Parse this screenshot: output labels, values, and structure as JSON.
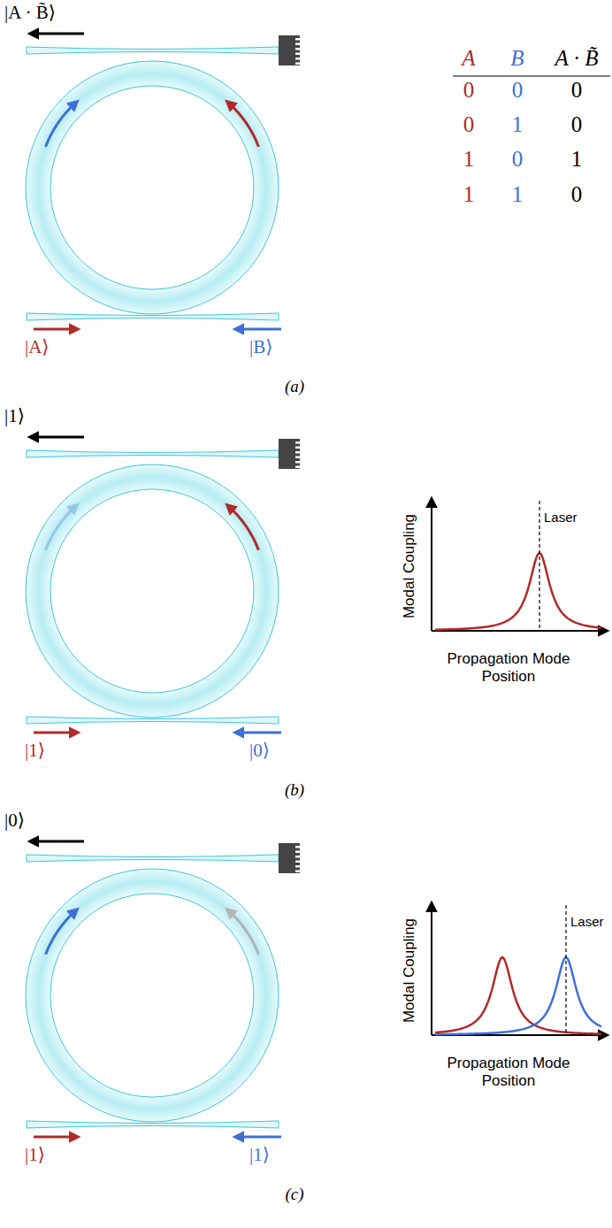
{
  "diagram": {
    "labels": [
      "|A · B̃⟩",
      "A",
      "B",
      "A · B̃",
      "0",
      "0",
      "0",
      "0",
      "1",
      "0",
      "1",
      "0",
      "1",
      "1",
      "1",
      "0",
      "|A⟩",
      "|B⟩",
      "(a)",
      "|1⟩",
      "Laser",
      "Modal Coupling",
      "Propagation Mode Position",
      "|1⟩",
      "|0⟩",
      "(b)",
      "|0⟩",
      "Laser",
      "Modal Coupling",
      "Propagation Mode Position",
      "|1⟩",
      "|1⟩",
      "(c)"
    ]
  }
}
